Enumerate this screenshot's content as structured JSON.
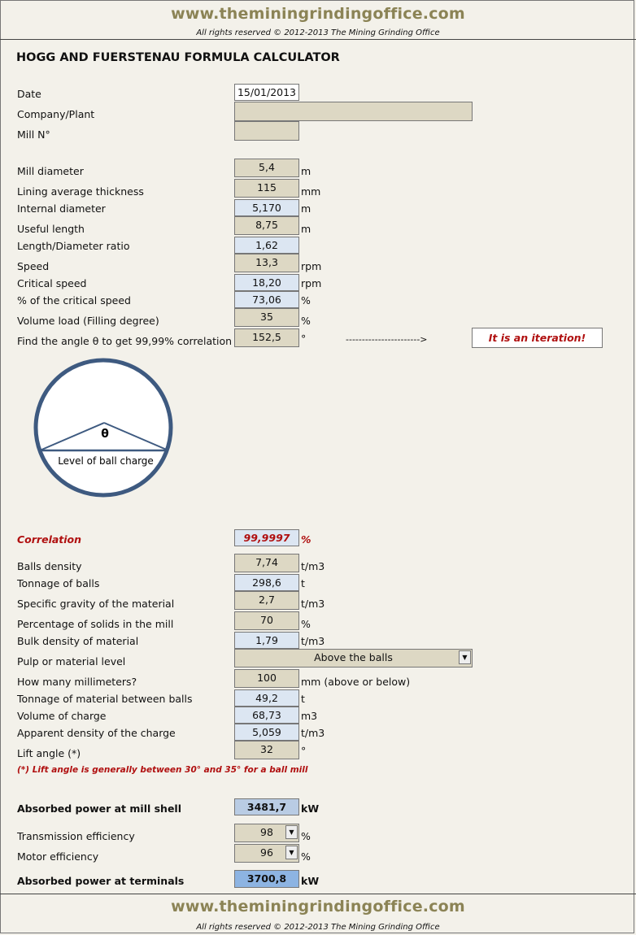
{
  "header": {
    "site": "www.theminingrindingoffice.com",
    "rights": "All rights reserved © 2012-2013 The Mining Grinding Office"
  },
  "footer": {
    "site": "www.theminingrindingoffice.com",
    "rights": "All rights reserved © 2012-2013 The Mining Grinding Office"
  },
  "title": "HOGG AND FUERSTENAU FORMULA CALCULATOR",
  "info": {
    "date_label": "Date",
    "date_value": "15/01/2013",
    "company_label": "Company/Plant",
    "company_value": "",
    "mill_no_label": "Mill N°",
    "mill_no_value": ""
  },
  "mill": {
    "mill_diameter": {
      "label": "Mill diameter",
      "value": "5,4",
      "unit": "m"
    },
    "lining": {
      "label": "Lining average thickness",
      "value": "115",
      "unit": "mm"
    },
    "internal_diameter": {
      "label": "Internal diameter",
      "value": "5,170",
      "unit": "m"
    },
    "useful_length": {
      "label": "Useful length",
      "value": "8,75",
      "unit": "m"
    },
    "ld_ratio": {
      "label": "Length/Diameter ratio",
      "value": "1,62"
    },
    "speed": {
      "label": "Speed",
      "value": "13,3",
      "unit": "rpm"
    },
    "critical_speed": {
      "label": "Critical speed",
      "value": "18,20",
      "unit": "rpm"
    },
    "pct_critical": {
      "label": "% of the critical speed",
      "value": "73,06",
      "unit": "%"
    },
    "volume_load": {
      "label": "Volume load (Filling degree)",
      "value": "35",
      "unit": "%"
    },
    "angle": {
      "label": "Find the angle θ to get 99,99% correlation",
      "value": "152,5",
      "unit": "°"
    }
  },
  "iteration": {
    "arrow": "----------------------->",
    "note": "It is an iteration!"
  },
  "diagram": {
    "theta": "θ",
    "level_label": "Level of ball charge"
  },
  "correlation": {
    "label": "Correlation",
    "value": "99,9997",
    "unit": "%"
  },
  "charge": {
    "balls_density": {
      "label": "Balls density",
      "value": "7,74",
      "unit": "t/m3"
    },
    "tonnage_balls": {
      "label": "Tonnage of balls",
      "value": "298,6",
      "unit": "t"
    },
    "sg_material": {
      "label": "Specific gravity of the material",
      "value": "2,7",
      "unit": "t/m3"
    },
    "pct_solids": {
      "label": "Percentage of solids in the mill",
      "value": "70",
      "unit": "%"
    },
    "bulk_density": {
      "label": "Bulk density of material",
      "value": "1,79",
      "unit": "t/m3"
    },
    "pulp_level": {
      "label": "Pulp or material level",
      "value": "Above the balls"
    },
    "mm": {
      "label": "How many millimeters?",
      "value": "100",
      "unit": "mm (above or below)"
    },
    "tonnage_material": {
      "label": "Tonnage of material between balls",
      "value": "49,2",
      "unit": "t"
    },
    "volume_charge": {
      "label": "Volume of charge",
      "value": "68,73",
      "unit": "m3"
    },
    "apparent_density": {
      "label": "Apparent density of the charge",
      "value": "5,059",
      "unit": "t/m3"
    },
    "lift_angle": {
      "label": "Lift angle (*)",
      "value": "32",
      "unit": "°"
    },
    "note": "(*) Lift angle is generally between 30° and 35° for a ball mill"
  },
  "power": {
    "shell": {
      "label": "Absorbed power at mill shell",
      "value": "3481,7",
      "unit": "kW"
    },
    "transmission": {
      "label": "Transmission efficiency",
      "value": "98",
      "unit": "%"
    },
    "motor": {
      "label": "Motor efficiency",
      "value": "96",
      "unit": "%"
    },
    "terminals": {
      "label": "Absorbed power at terminals",
      "value": "3700,8",
      "unit": "kW"
    }
  },
  "colors": {
    "brand": "#8b8355",
    "input": "#ddd8c4",
    "calc": "#dce6f2",
    "highlight": "#b01010",
    "circle": "#3e5a80"
  }
}
